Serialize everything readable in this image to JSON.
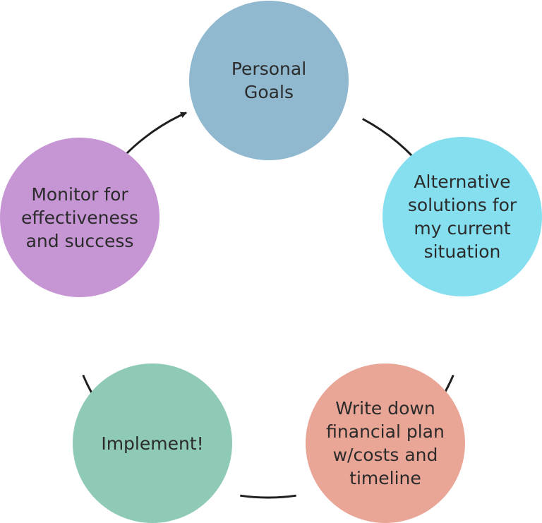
{
  "diagram": {
    "nodes": [
      {
        "id": "personal-goals",
        "text": "Personal\nGoals",
        "color": "#90b9cf"
      },
      {
        "id": "alternative-solutions",
        "text": "Alternative\nsolutions for\nmy current\nsituation",
        "color": "#86dfee"
      },
      {
        "id": "write-down-plan",
        "text": "Write down\nfinancial plan\nw/costs and\ntimeline",
        "color": "#e9a696"
      },
      {
        "id": "implement",
        "text": "Implement!",
        "color": "#8fcab7"
      },
      {
        "id": "monitor",
        "text": "Monitor for\neffectiveness\nand success",
        "color": "#c695d4"
      }
    ],
    "connector_color": "#1f1f1f",
    "flow_direction": "clockwise"
  }
}
